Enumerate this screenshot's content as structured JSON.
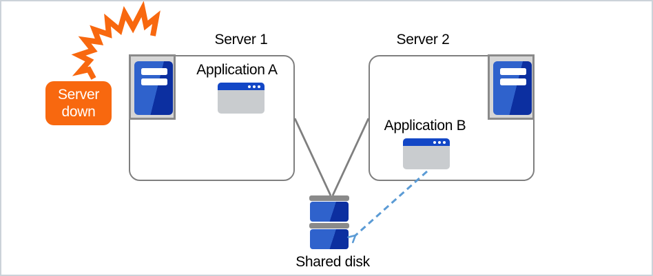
{
  "diagram": {
    "type": "failover-cluster-diagram",
    "background": "#ffffff"
  },
  "nodes": {
    "server1": {
      "label": "Server 1",
      "application": {
        "label": "Application A"
      },
      "icon": "server-tower-icon"
    },
    "server2": {
      "label": "Server 2",
      "application": {
        "label": "Application B"
      },
      "icon": "server-tower-icon"
    },
    "shared_disk": {
      "label": "Shared disk",
      "icon": "disk-stack-icon"
    }
  },
  "callout": {
    "line1": "Server",
    "line2": "down",
    "full_text": "Server down",
    "icon": "impact-burst-icon"
  },
  "connections": [
    {
      "from": "server1",
      "to": "shared_disk",
      "style": "solid-line"
    },
    {
      "from": "server2",
      "to": "shared_disk",
      "style": "solid-line"
    },
    {
      "from": "application_b",
      "to": "shared_disk",
      "style": "dashed-arrow"
    }
  ],
  "icons": {
    "server-tower-icon": "blue tower with two white drive slots in gray bay",
    "app-window-icon": "gray window with blue titlebar and three dots",
    "disk-stack-icon": "two blue platters with gray caps",
    "impact-burst-icon": "orange zigzag crash burst",
    "failover-arrow-icon": "blue dashed open arrow"
  },
  "colors": {
    "accent_orange": "#f8680f",
    "box_border_gray": "#7f7f7f",
    "tower_bay_fill": "#d6d6d6",
    "tower_bay_border": "#8a8a8a",
    "blue_light": "#2f62cc",
    "blue_dark": "#0c2fa0",
    "window_titlebar_blue": "#1347c6",
    "window_body_gray": "#c9cccf",
    "disk_cap_gray": "#8a8a8a",
    "arrow_blue": "#5b9bd5",
    "text": "#000000"
  }
}
